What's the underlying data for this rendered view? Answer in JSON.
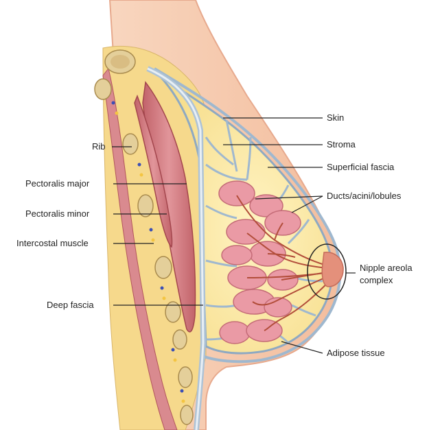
{
  "labels": {
    "rib": "Rib",
    "pectoralis_major": "Pectoralis major",
    "pectoralis_minor": "Pectoralis minor",
    "intercostal_muscle": "Intercostal muscle",
    "deep_fascia": "Deep fascia",
    "skin": "Skin",
    "stroma": "Stroma",
    "superficial_fascia": "Superficial fascia",
    "ducts_acini_lobules": "Ducts/acini/lobules",
    "nipple_areola_line1": "Nipple areola",
    "nipple_areola_line2": "complex",
    "adipose_tissue": "Adipose tissue"
  },
  "colors": {
    "skin": "#f6c9ac",
    "skin_outline": "#e7a98d",
    "fat": "#fbeaa0",
    "fat_light": "#fff6cf",
    "fascia": "#c9d7e3",
    "fascia_outline": "#8ea9c2",
    "muscle": "#d4777c",
    "muscle_dark": "#b1555c",
    "bone": "#e4cf9a",
    "lobule": "#ea9aa5",
    "duct": "#b24d3a",
    "leader": "#222222"
  }
}
